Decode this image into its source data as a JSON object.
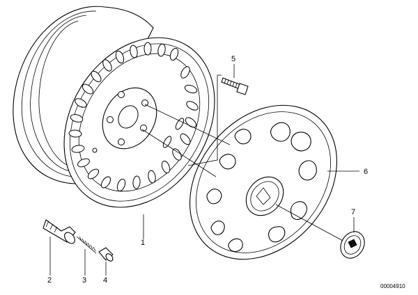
{
  "callouts": {
    "c1": "1",
    "c2": "2",
    "c3": "3",
    "c4": "4",
    "c5": "5",
    "c6": "6",
    "c7": "7"
  },
  "drawing_code": "00004910"
}
